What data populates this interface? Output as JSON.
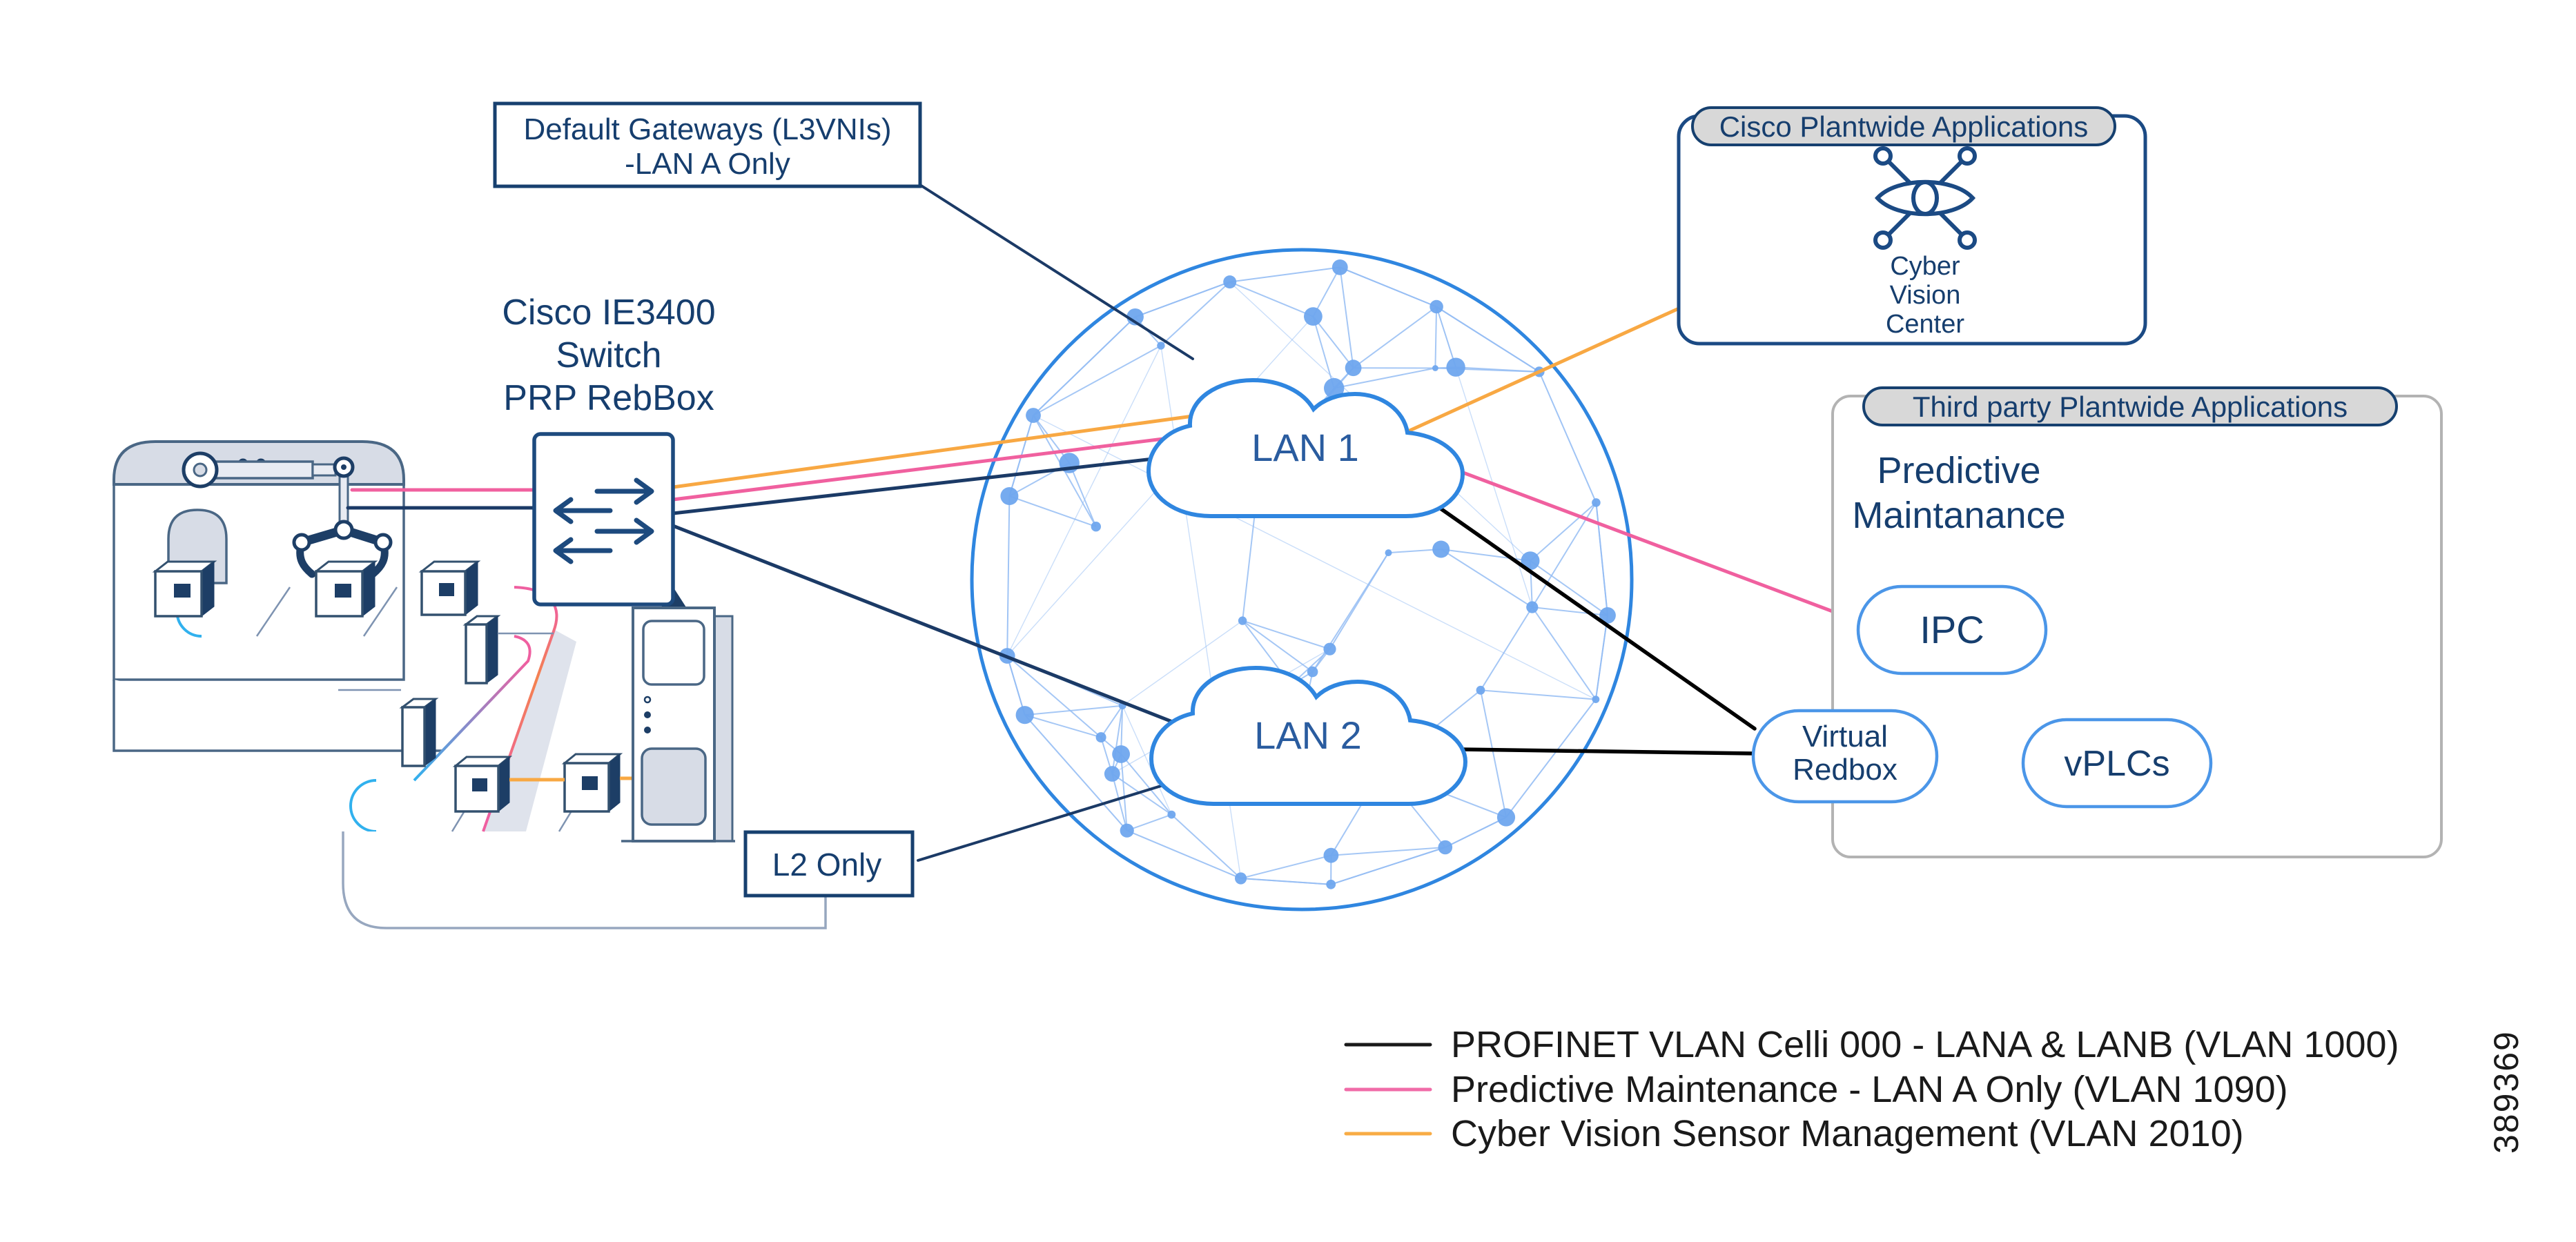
{
  "palette": {
    "navy_text": "#163E6E",
    "navy_line": "#1b3a66",
    "globe_blue": "#2F86E0",
    "mesh_blue": "#96BEF4",
    "node_blue": "#6FA6EE",
    "pill_blue": "#4B96E8",
    "pink": "#F0609F",
    "orange": "#F8A843",
    "black": "#1a1a1a",
    "pill_gray_fill": "#d8d8d8",
    "box_gray_border": "#b3b3b3"
  },
  "callouts": {
    "default_gateways": {
      "line1": "Default Gateways (L3VNIs)",
      "line2": "-LAN A Only"
    },
    "l2_only": {
      "label": "L2 Only"
    }
  },
  "switch": {
    "label_line1": "Cisco IE3400",
    "label_line2": "Switch",
    "label_line3": "PRP RebBox",
    "icon": "switch-arrows-icon"
  },
  "network": {
    "lan1": "LAN 1",
    "lan2": "LAN 2"
  },
  "cisco_apps": {
    "title": "Cisco Plantwide Applications",
    "app_icon": "cyber-vision-eye-icon",
    "app_line1": "Cyber",
    "app_line2": "Vision",
    "app_line3": "Center"
  },
  "third_party_apps": {
    "title": "Third party Plantwide Applications",
    "heading_line1": "Predictive",
    "heading_line2": "Maintanance",
    "ipc": "IPC",
    "virtual_redbox_line1": "Virtual",
    "virtual_redbox_line2": "Redbox",
    "vplcs": "vPLCs"
  },
  "legend": {
    "items": [
      {
        "label": "PROFINET VLAN Celli 000 - LANA & LANB (VLAN 1000)",
        "color": "#1a1a1a"
      },
      {
        "label": "Predictive Maintenance - LAN A Only (VLAN 1090)",
        "color": "#F06CA8"
      },
      {
        "label": "Cyber Vision Sensor Management (VLAN 2010)",
        "color": "#F8AC45"
      }
    ]
  },
  "figure_number": "389369"
}
